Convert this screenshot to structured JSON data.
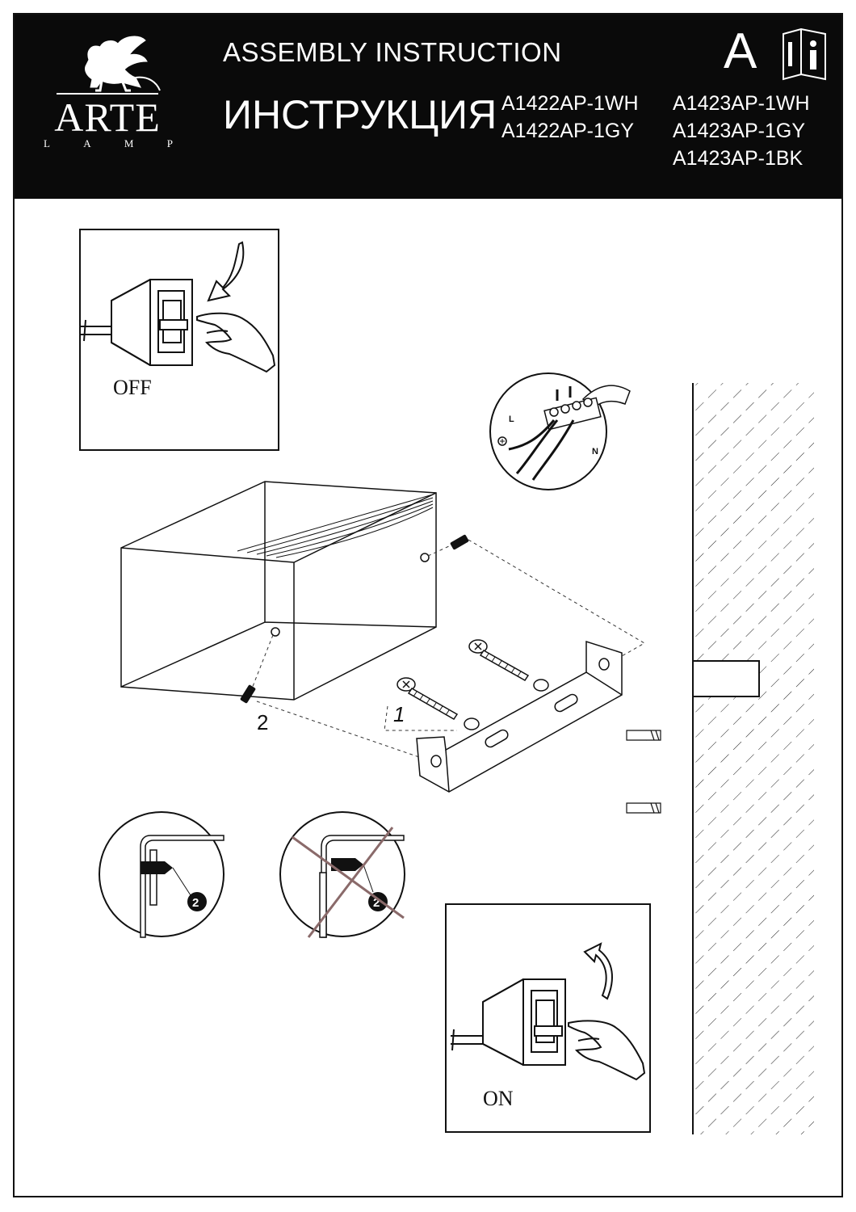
{
  "header": {
    "brand": "ARTE",
    "brand_sub": [
      "L",
      "A",
      "M",
      "P"
    ],
    "title_en": "ASSEMBLY  INSTRUCTION",
    "title_ru": "ИНСТРУКЦИЯ",
    "letter": "A",
    "info_icon": "info-manual-icon",
    "models": [
      "A1422AP-1WH",
      "A1423AP-1WH",
      "A1422AP-1GY",
      "A1423AP-1GY",
      "A1423AP-1BK"
    ]
  },
  "diagram": {
    "switch_off_label": "OFF",
    "switch_on_label": "ON",
    "callout_1": "1",
    "callout_2": "2",
    "wire_l": "L",
    "wire_n": "N",
    "badge_ok": "2",
    "badge_wrong": "2"
  }
}
